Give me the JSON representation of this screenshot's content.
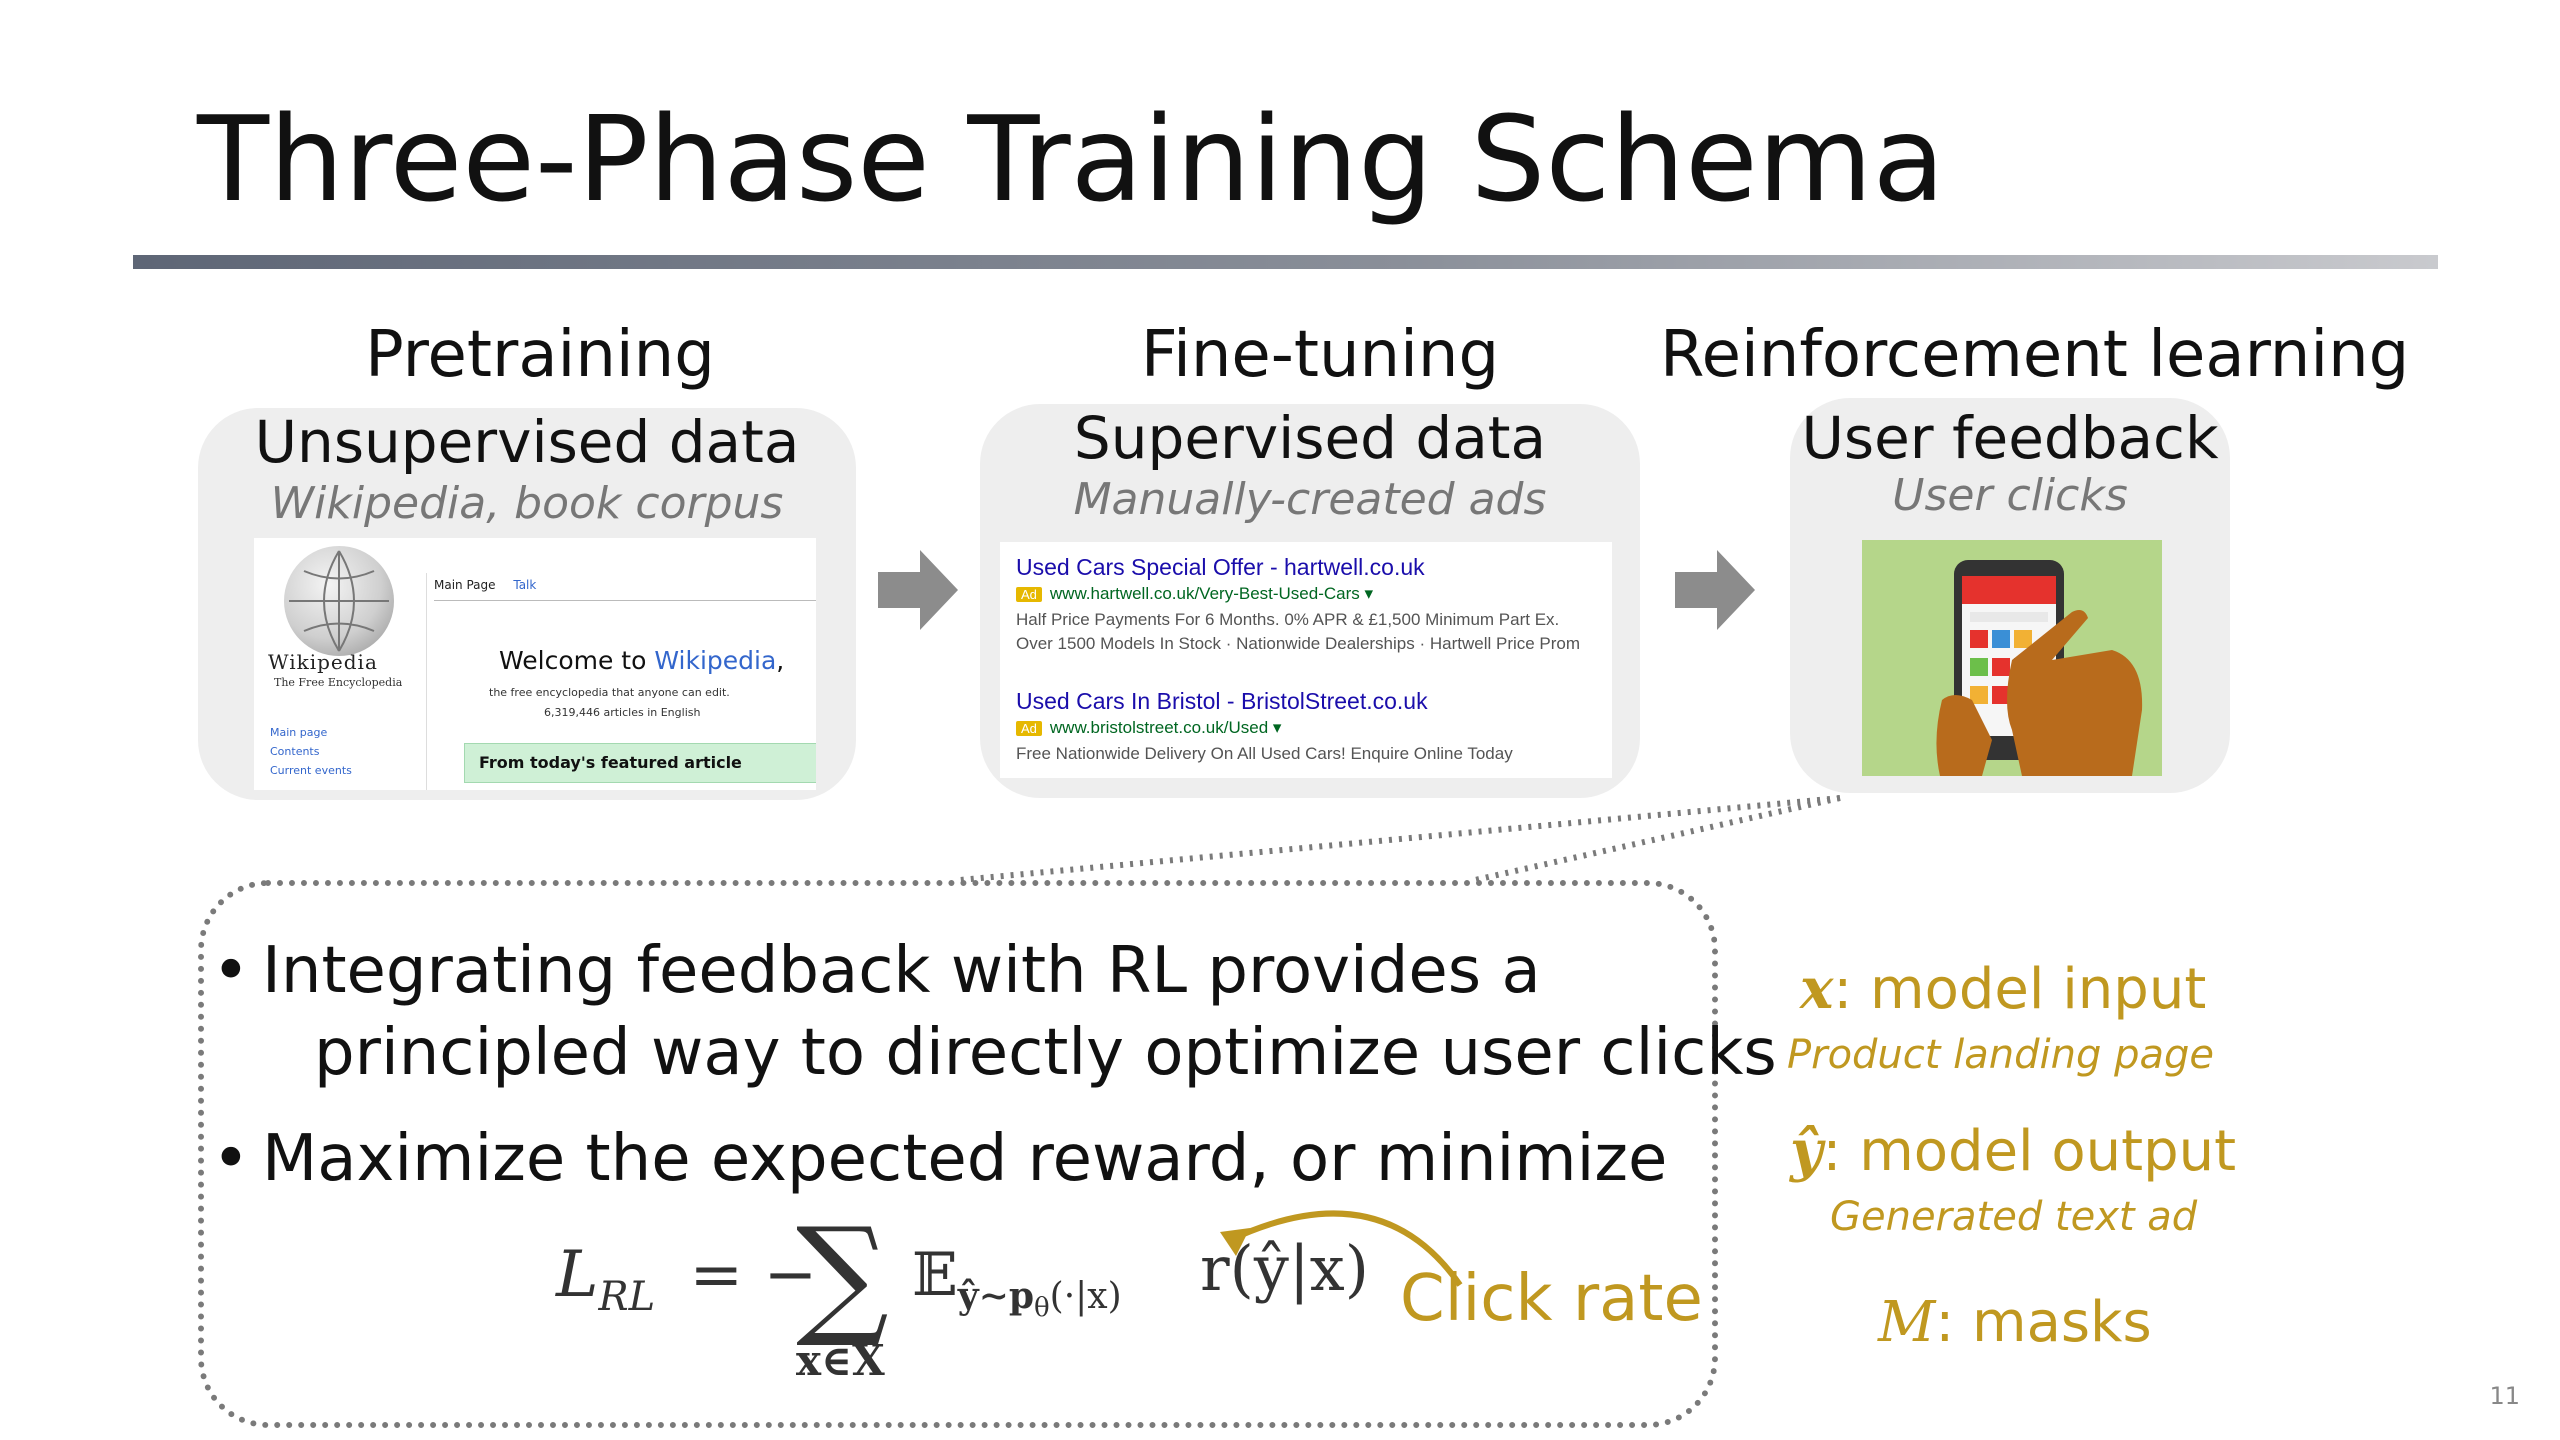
{
  "title": "Three-Phase Training Schema",
  "phases": [
    {
      "heading": "Pretraining",
      "panel_title": "Unsupervised data",
      "panel_sub": "Wikipedia, book corpus"
    },
    {
      "heading": "Fine-tuning",
      "panel_title": "Supervised data",
      "panel_sub": "Manually-created ads"
    },
    {
      "heading": "Reinforcement learning",
      "panel_title": "User feedback",
      "panel_sub": "User clicks"
    }
  ],
  "wiki": {
    "name": "Wikipedia",
    "tagline": "The Free Encyclopedia",
    "side_links": [
      "Main page",
      "Contents",
      "Current events"
    ],
    "tabs": [
      "Main Page",
      "Talk"
    ],
    "welcome_prefix": "Welcome to ",
    "welcome_link": "Wikipedia",
    "welcome_suffix": ",",
    "line1": "the free encyclopedia that anyone can edit.",
    "line2": "6,319,446 articles in English",
    "featured": "From today's featured article"
  },
  "ads": [
    {
      "title": "Used Cars Special Offer - hartwell.co.uk",
      "badge": "Ad",
      "url": "www.hartwell.co.uk/Very-Best-Used-Cars ▾",
      "text1": "Half Price Payments For 6 Months. 0% APR & £1,500 Minimum Part Ex.",
      "text2": "Over 1500 Models In Stock · Nationwide Dealerships · Hartwell Price Prom"
    },
    {
      "title": "Used Cars In Bristol - BristolStreet.co.uk",
      "badge": "Ad",
      "url": "www.bristolstreet.co.uk/Used ▾",
      "text1": "Free Nationwide Delivery On All Used Cars! Enquire Online Today"
    }
  ],
  "bullets": [
    {
      "line1": "Integrating feedback with RL provides a",
      "line2": "principled way to directly optimize user clicks"
    },
    {
      "line1": "Maximize the expected reward, or minimize"
    }
  ],
  "formula": {
    "lhs": "L",
    "lhs_sub": "RL",
    "equals": "= −",
    "sum": "∑",
    "sum_sub": "x∈X",
    "expect": "𝔼",
    "expect_sub": "ŷ∼p",
    "theta": "θ",
    "expect_sub_tail": "(·|x)",
    "reward": "r(ŷ|x)",
    "annotation": "Click rate"
  },
  "legend": [
    {
      "sym": "x",
      "label": ": model input",
      "sub": "Product landing page"
    },
    {
      "sym": "ŷ",
      "label": ": model output",
      "sub": "Generated text ad"
    },
    {
      "sym": "M",
      "label": ": masks",
      "sub": ""
    }
  ],
  "page_number": "11",
  "colors": {
    "accent_gold": "#c09820",
    "panel_bg": "#eeeeee",
    "title_rule": "#5e6676",
    "arrow": "#8c8c8c",
    "dotted_border": "#7a7a7a"
  },
  "icons": [
    "right-arrow-icon",
    "wikipedia-globe-icon",
    "phone-tap-icon"
  ]
}
